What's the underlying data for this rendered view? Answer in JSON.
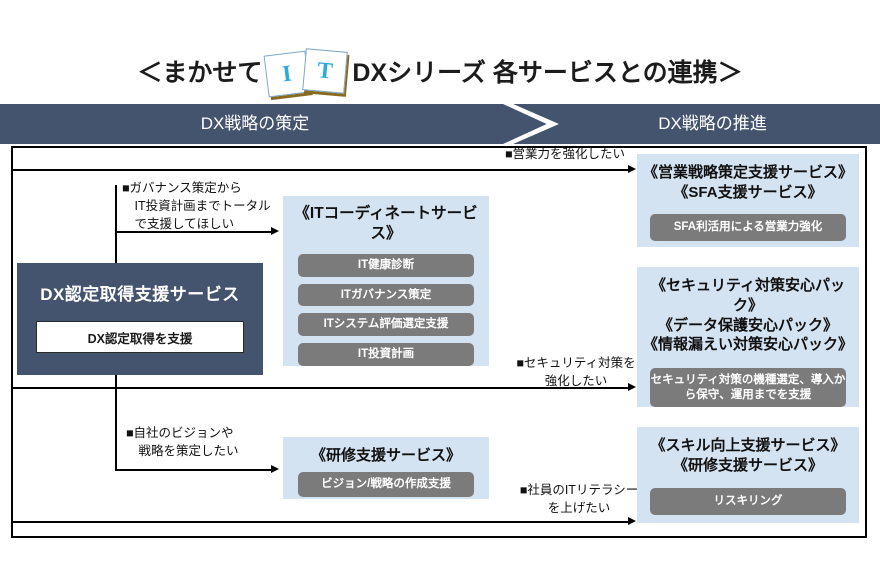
{
  "title": {
    "prefix": "＜まかせて",
    "card_1": "I",
    "card_2": "T",
    "suffix": "DXシリーズ 各サービスとの連携＞"
  },
  "banner": {
    "left_label": "DX戦略の策定",
    "right_label": "DX戦略の推進",
    "color": "#44536e",
    "separator_icon": "chevron-right-icon"
  },
  "left_box": {
    "heading": "DX認定取得支援サービス",
    "pill": "DX認定取得を支援",
    "color": "#44536e"
  },
  "it_coordinate": {
    "heading": "《ITコーディネートサービス》",
    "items": [
      "IT健康診断",
      "ITガバナンス策定",
      "ITシステム評価選定支援",
      "IT投資計画"
    ]
  },
  "training_support": {
    "heading": "《研修支援サービス》",
    "items": [
      "ビジョン/戦略の作成支援"
    ]
  },
  "sales_support": {
    "heading": "《営業戦略策定支援サービス》\n《SFA支援サービス》",
    "items": [
      "SFA利活用による営業力強化"
    ]
  },
  "security_pack": {
    "heading": "《セキュリティ対策安心パック》\n《データ保護安心パック》\n《情報漏えい対策安心パック》",
    "items": [
      "セキュリティ対策の機種選定、導入か\nら保守、運用までを支援"
    ]
  },
  "skill_support": {
    "heading": "《スキル向上支援サービス》\n《研修支援サービス》",
    "items": [
      "リスキリング"
    ]
  },
  "annotations": {
    "governance": "■ガバナンス策定から\n　IT投資計画までトータル\n　で支援してほしい",
    "vision": "■自社のビジョンや\n　戦略を策定したい",
    "sales": "■営業力を強化したい",
    "security": "■セキュリティ対策を\n強化したい",
    "literacy": "■社員のITリテラシー\nを上げたい"
  },
  "colors": {
    "navy": "#44536e",
    "light_blue": "#d4e3f2",
    "gray_pill": "#7b7b7b",
    "card_letter": "#2eaadd"
  }
}
